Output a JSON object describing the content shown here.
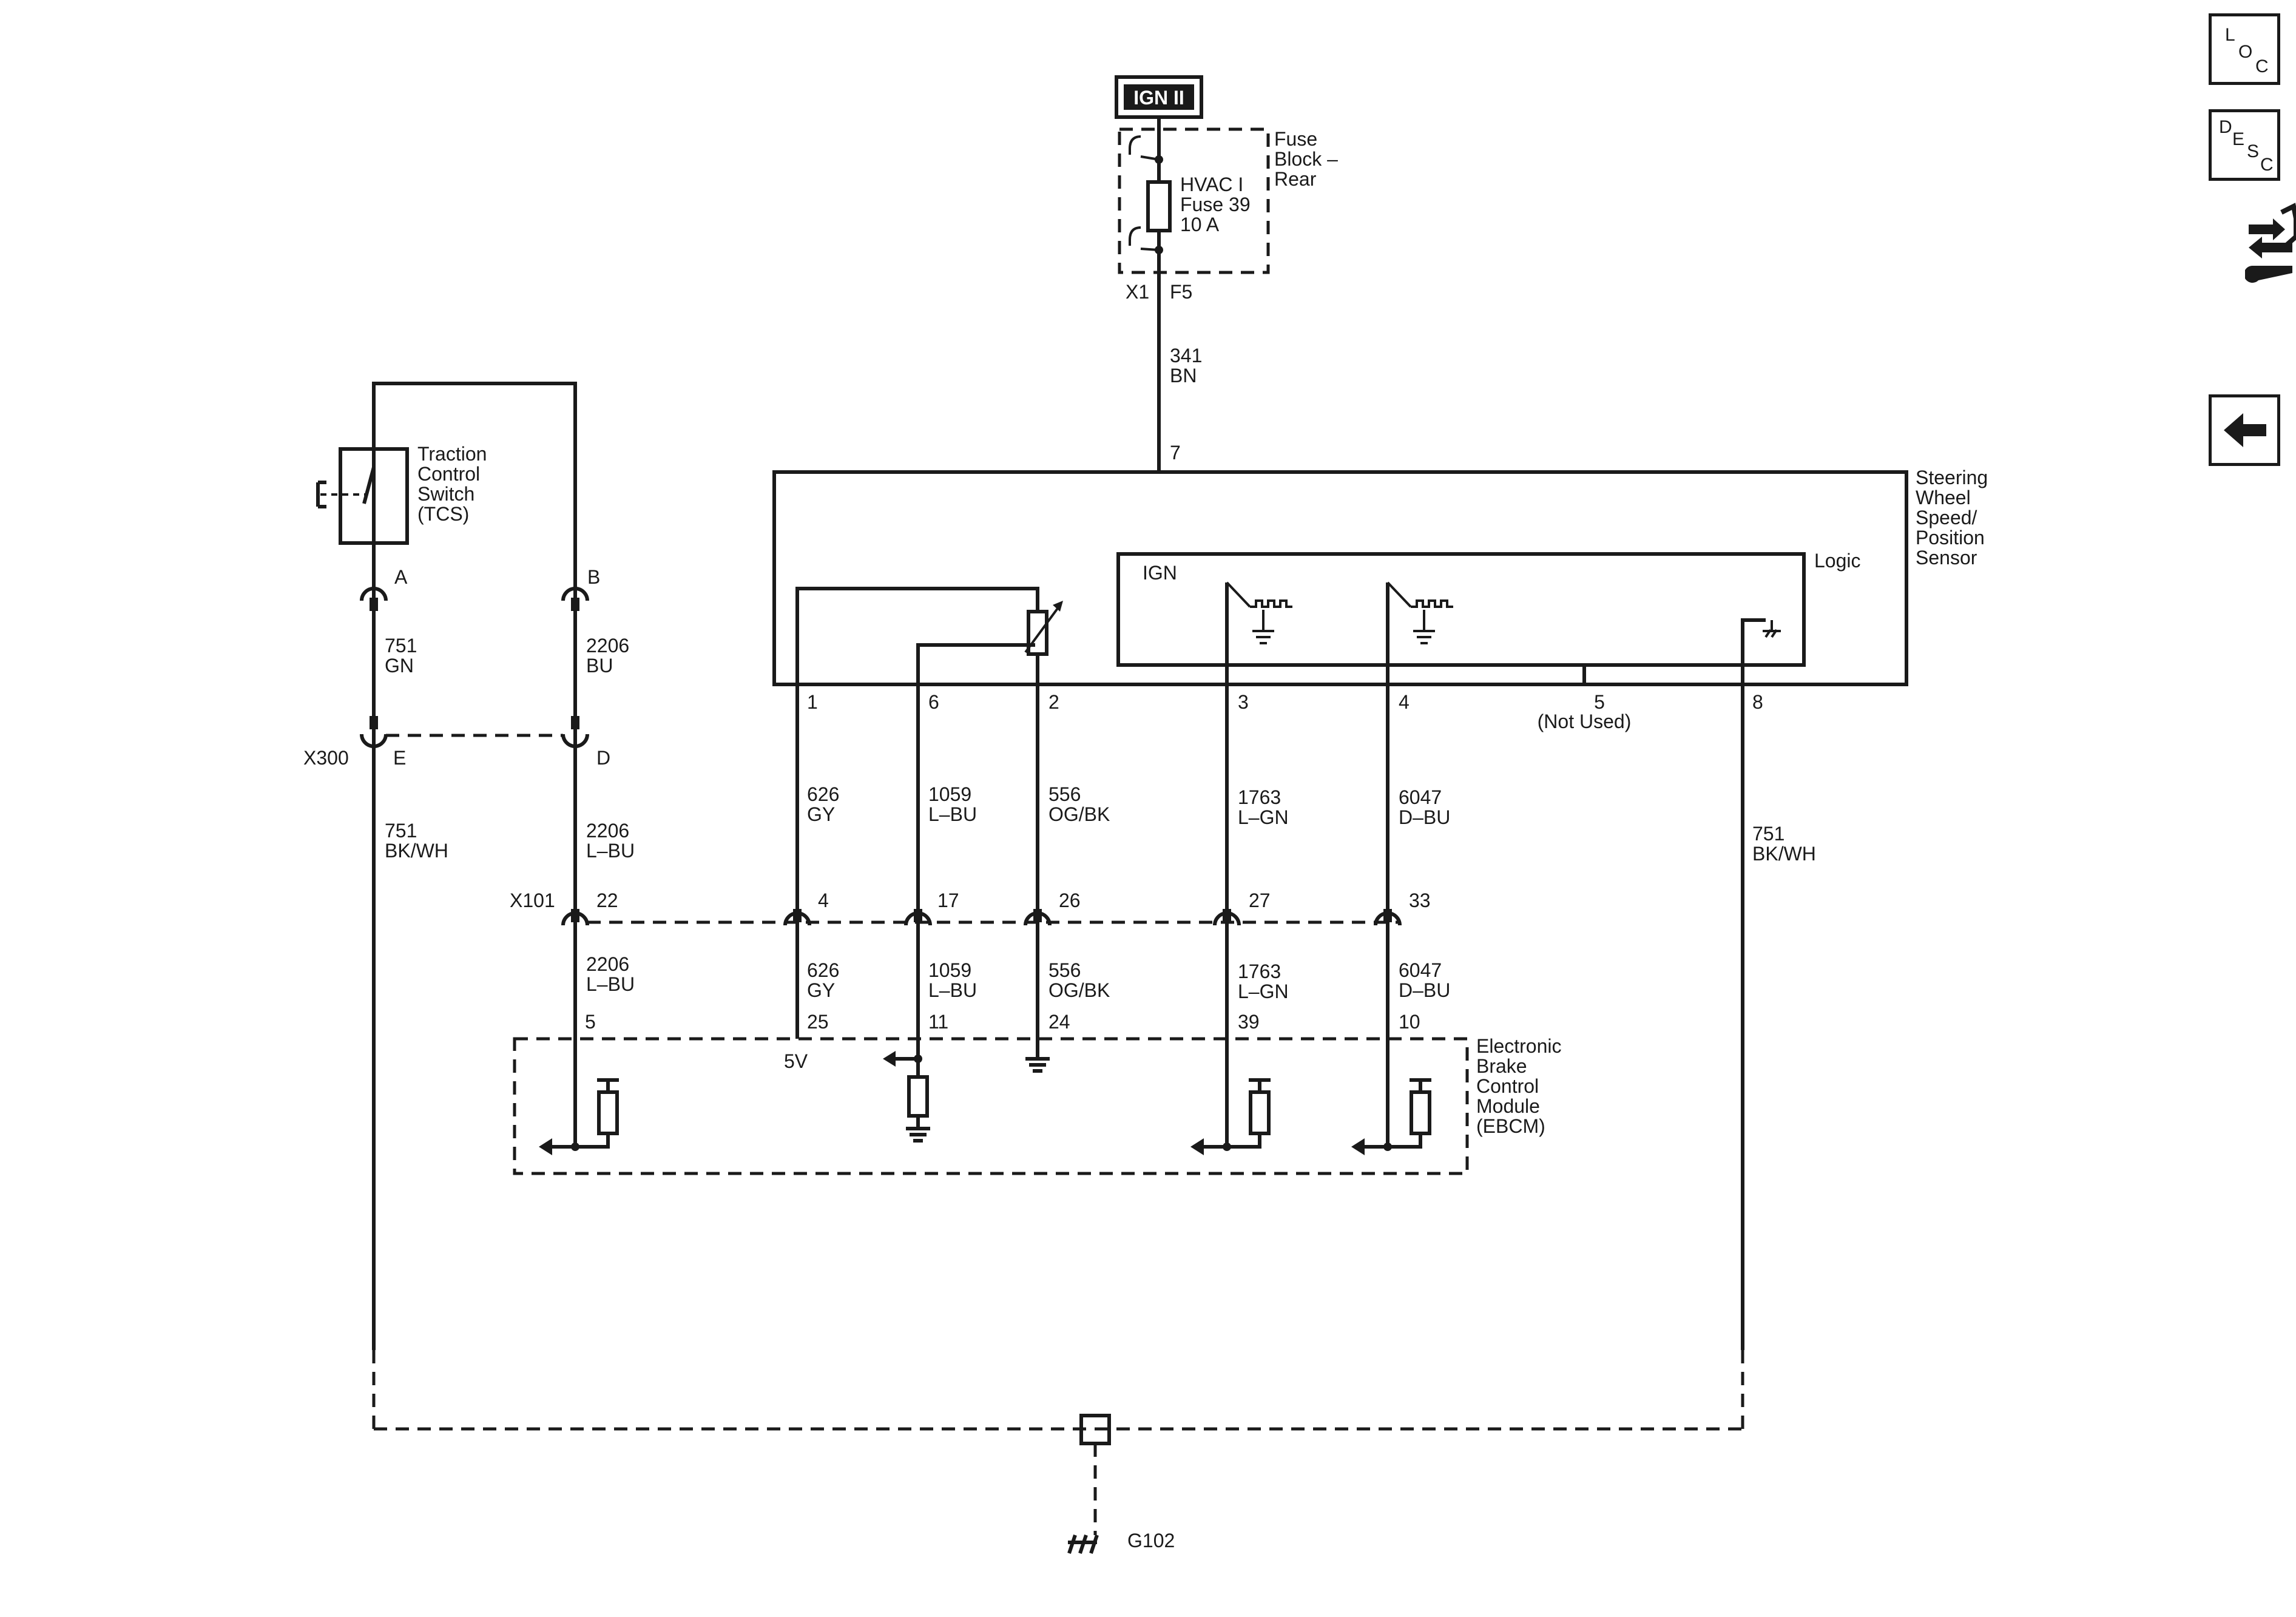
{
  "nav": {
    "loc_button": {
      "l1": "L",
      "l2": "O",
      "l3": "C"
    },
    "desc_button": {
      "l1": "D",
      "l2": "E",
      "l3": "S",
      "l4": "C"
    }
  },
  "power": {
    "source": "IGN II",
    "fuse_block": {
      "line1": "Fuse",
      "line2": "Block –",
      "line3": "Rear"
    },
    "fuse": {
      "line1": "HVAC I",
      "line2": "Fuse 39",
      "line3": "10 A"
    },
    "connector": "X1",
    "pin": "F5",
    "wire_circuit": "341",
    "wire_color": "BN"
  },
  "tcs": {
    "label": {
      "line1": "Traction",
      "line2": "Control",
      "line3": "Switch",
      "line4": "(TCS)"
    },
    "pin_a": "A",
    "pin_b": "B",
    "wire_a": {
      "circuit": "751",
      "color": "GN"
    },
    "wire_b": {
      "circuit": "2206",
      "color": "BU"
    }
  },
  "x300": {
    "label": "X300",
    "pin_e": "E",
    "pin_d": "D"
  },
  "below_x300": {
    "left": {
      "circuit": "751",
      "color": "BK/WH"
    },
    "right": {
      "circuit": "2206",
      "color": "L–BU"
    }
  },
  "sensor": {
    "label": {
      "line1": "Steering",
      "line2": "Wheel",
      "line3": "Speed/",
      "line4": "Position",
      "line5": "Sensor"
    },
    "logic_label": "Logic",
    "ign_label": "IGN",
    "power_pin": "7",
    "pins": [
      {
        "pin": "1",
        "circuit": "626",
        "color": "GY"
      },
      {
        "pin": "6",
        "circuit": "1059",
        "color": "L–BU"
      },
      {
        "pin": "2",
        "circuit": "556",
        "color": "OG/BK"
      },
      {
        "pin": "3",
        "circuit": "1763",
        "color": "L–GN"
      },
      {
        "pin": "4",
        "circuit": "6047",
        "color": "D–BU"
      }
    ],
    "pin5": {
      "pin": "5",
      "note": "(Not Used)"
    },
    "pin8": {
      "pin": "8",
      "circuit": "751",
      "color": "BK/WH"
    }
  },
  "x101": {
    "label": "X101",
    "pins": [
      "22",
      "4",
      "17",
      "26",
      "27",
      "33"
    ],
    "wires_below": [
      {
        "circuit": "2206",
        "color": "L–BU"
      },
      {
        "circuit": "626",
        "color": "GY"
      },
      {
        "circuit": "1059",
        "color": "L–BU"
      },
      {
        "circuit": "556",
        "color": "OG/BK"
      },
      {
        "circuit": "1763",
        "color": "L–GN"
      },
      {
        "circuit": "6047",
        "color": "D–BU"
      }
    ]
  },
  "ebcm": {
    "label": {
      "line1": "Electronic",
      "line2": "Brake",
      "line3": "Control",
      "line4": "Module",
      "line5": "(EBCM)"
    },
    "pins": [
      "5",
      "25",
      "11",
      "24",
      "39",
      "10"
    ],
    "v5_label": "5V"
  },
  "ground": {
    "label": "G102"
  }
}
